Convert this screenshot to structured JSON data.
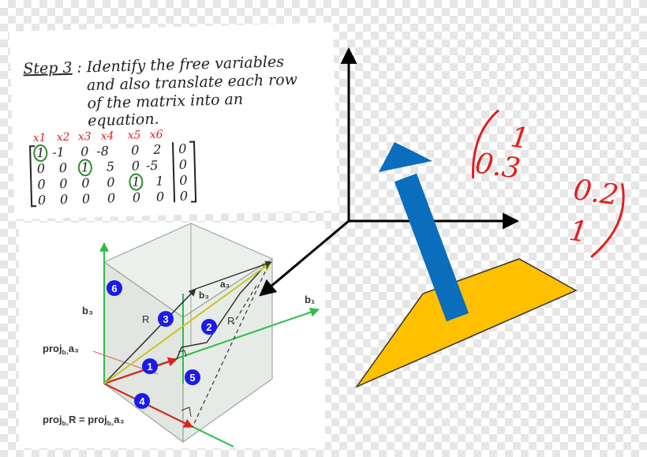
{
  "step_panel": {
    "step_label": "Step 3",
    "line1": ": Identify the free variables",
    "line2": "and also translate each row",
    "line3": "of the matrix into an",
    "line4": "equation.",
    "column_headers": [
      "x1",
      "x2",
      "x3",
      "x4",
      "x5",
      "x6"
    ],
    "rows": [
      [
        "1",
        "-1",
        "0",
        "-8",
        "0",
        "2",
        "0"
      ],
      [
        "0",
        "0",
        "1",
        "5",
        "0",
        "-5",
        "0"
      ],
      [
        "0",
        "0",
        "0",
        "0",
        "1",
        "1",
        "0"
      ],
      [
        "0",
        "0",
        "0",
        "0",
        "0",
        "0",
        "0"
      ]
    ],
    "colors": {
      "header": "#e02020",
      "circle": "#2e8b2e",
      "ink": "#222222"
    }
  },
  "projection_figure": {
    "labels": {
      "b1": "b₁",
      "b3_left": "b₃",
      "b3_inner": "b₃",
      "a3": "a₃",
      "R_left": "R",
      "R_right": "R",
      "proj_a3": "proj",
      "proj_a3_sub": "b₁",
      "proj_a3_tail": "a₃",
      "proj_eq": "proj",
      "proj_eq_sub": "b₂",
      "proj_eq_mid": "R = proj",
      "proj_eq_sub2": "b₂",
      "proj_eq_tail": "a₃"
    },
    "badges": [
      "1",
      "2",
      "3",
      "4",
      "5",
      "6"
    ],
    "colors": {
      "badge": "#1a1aee",
      "green": "#2ebd4a",
      "red": "#e02020",
      "yellow": "#d4cf2a",
      "box": "#9aa79a"
    }
  },
  "vector_diagram": {
    "matrix_entries": [
      "1",
      "0.2",
      "0.3",
      "1"
    ],
    "colors": {
      "arrow": "#0a6ebd",
      "plane": "#ffc000",
      "matrix": "#e02020",
      "axes": "#000000"
    }
  }
}
